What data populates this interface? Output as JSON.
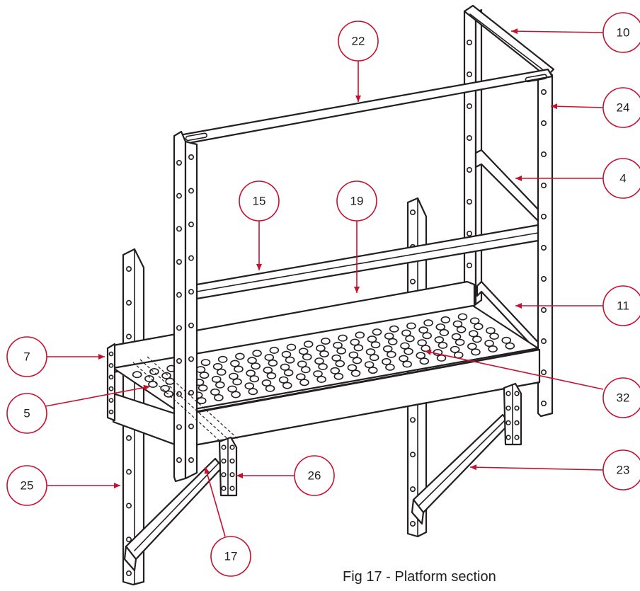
{
  "caption": "Fig 17 - Platform section",
  "colors": {
    "callout": "#c8102e",
    "line": "#231f20"
  },
  "callouts": [
    {
      "label": "22",
      "part": "top-rail-front"
    },
    {
      "label": "10",
      "part": "top-rail-side"
    },
    {
      "label": "24",
      "part": "rear-right-post"
    },
    {
      "label": "4",
      "part": "side-mid-rail"
    },
    {
      "label": "15",
      "part": "front-mid-rail"
    },
    {
      "label": "19",
      "part": "kick-plate"
    },
    {
      "label": "11",
      "part": "side-kick-plate"
    },
    {
      "label": "7",
      "part": "platform-end-channel"
    },
    {
      "label": "32",
      "part": "perforated-deck"
    },
    {
      "label": "5",
      "part": "deck-fixing"
    },
    {
      "label": "25",
      "part": "left-wall-upright"
    },
    {
      "label": "26",
      "part": "bracket-clip"
    },
    {
      "label": "23",
      "part": "right-diagonal-strut"
    },
    {
      "label": "17",
      "part": "left-diagonal-strut"
    }
  ]
}
